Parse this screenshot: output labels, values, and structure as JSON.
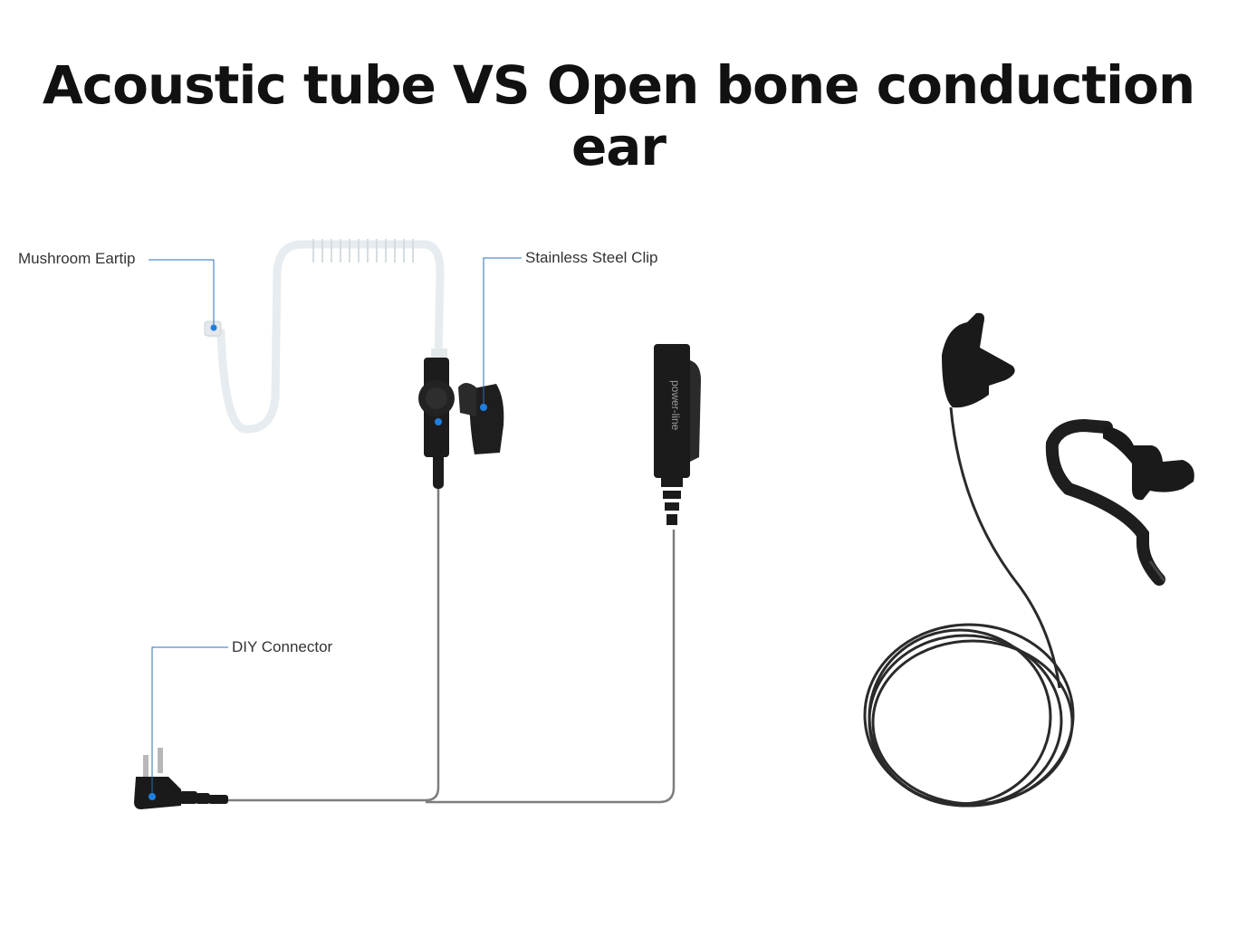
{
  "title": "Acoustic tube VS Open bone conduction ear",
  "callouts": {
    "mushroom_eartip": "Mushroom Eartip",
    "stainless_steel_clip": "Stainless Steel Clip",
    "diy_connector": "DIY Connector"
  },
  "ptt_brand": "power-line",
  "colors": {
    "callout_line": "#2a6fb5",
    "callout_dot": "#1e7fe0",
    "tube": "#e9eef1",
    "cable": "#7a7a7a",
    "device": "#1a1a1a"
  }
}
